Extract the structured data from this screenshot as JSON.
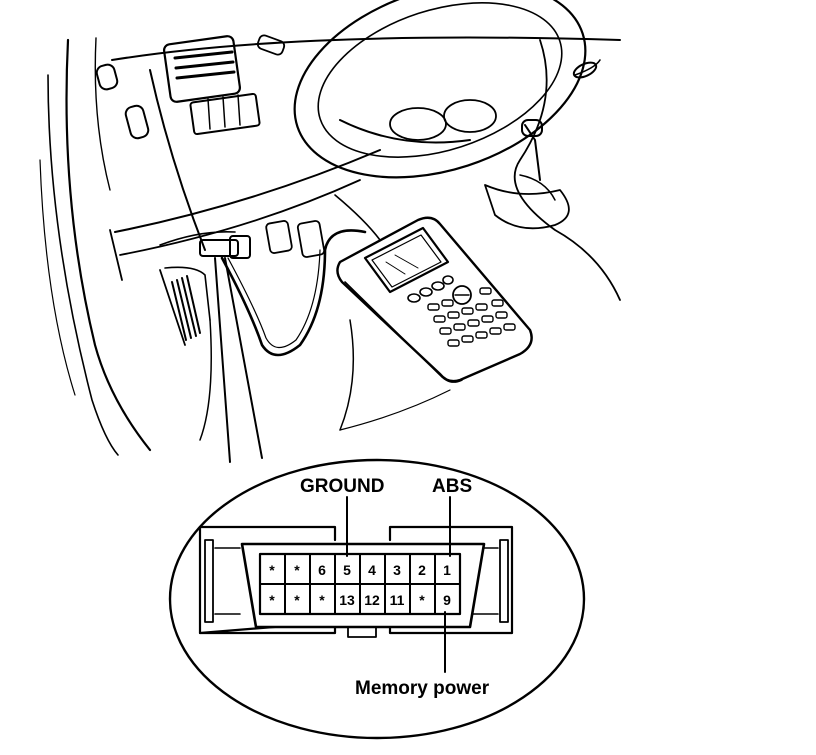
{
  "labels": {
    "ground": "GROUND",
    "abs": "ABS",
    "memory_power": "Memory power"
  },
  "connector": {
    "top_row": [
      "*",
      "*",
      "6",
      "5",
      "4",
      "3",
      "2",
      "1"
    ],
    "bottom_row": [
      "*",
      "*",
      "*",
      "13",
      "12",
      "11",
      "*",
      "9"
    ]
  },
  "colors": {
    "ink": "#000000",
    "background": "#ffffff"
  }
}
